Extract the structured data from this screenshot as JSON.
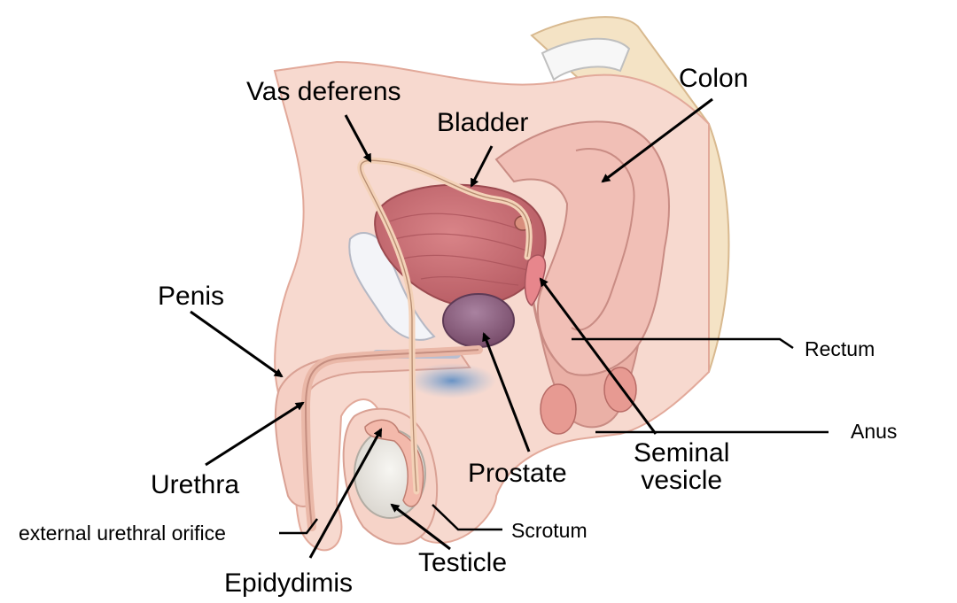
{
  "labels": {
    "vas_deferens": "Vas deferens",
    "bladder": "Bladder",
    "colon": "Colon",
    "penis": "Penis",
    "rectum": "Rectum",
    "anus": "Anus",
    "urethra": "Urethra",
    "seminal_vesicle_line1": "Seminal",
    "seminal_vesicle_line2": "vesicle",
    "prostate": "Prostate",
    "external_urethral_orifice": "external urethral orifice",
    "scrotum": "Scrotum",
    "testicle": "Testicle",
    "epididymis": "Epidydimis"
  },
  "colors": {
    "skin": "#f7d9cf",
    "skin_dark": "#eab8a8",
    "bladder": "#c9686c",
    "prostate": "#8a5a7a",
    "colon": "#f1bfb6",
    "bone": "#f4e3c5",
    "testicle": "#ecebe6",
    "vas": "#f4d2b8",
    "blue": "#5b8fc7"
  }
}
